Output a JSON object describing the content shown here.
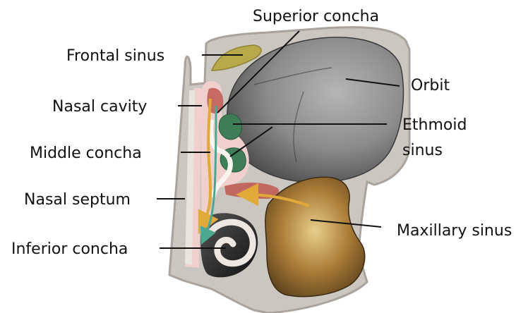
{
  "labels": {
    "superior_concha": "Superior concha",
    "frontal_sinus": "Frontal sinus",
    "orbit": "Orbit",
    "nasal_cavity": "Nasal cavity",
    "ethmoid_line1": "Ethmoid",
    "ethmoid_line2": "sinus",
    "middle_concha": "Middle concha",
    "nasal_septum": "Nasal septum",
    "maxillary_sinus": "Maxillary sinus",
    "inferior_concha": "Inferior concha"
  },
  "colors": {
    "bone": "#cbc6c0",
    "mucosa": "#f0d0cc",
    "orbit": "#8a8a8a",
    "maxillary": "#a67b3c",
    "ethmoid": "#3f7d57",
    "frontal": "#b8a94a",
    "airflow": "#e0a93a",
    "airflow_tip": "#4da892",
    "red_mucosa": "#c0584f",
    "dark_meatus": "#2c2c2c"
  }
}
